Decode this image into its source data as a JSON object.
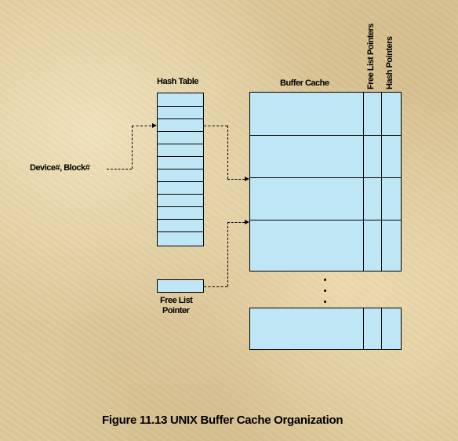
{
  "labels": {
    "hash_table": "Hash Table",
    "buffer_cache": "Buffer Cache",
    "device_block": "Device#, Block#",
    "free_list_pointer_line1": "Free List",
    "free_list_pointer_line2": "Pointer",
    "free_list_pointers": "Free List Pointers",
    "hash_pointers": "Hash Pointers"
  },
  "caption": "Figure 11.13  UNIX Buffer Cache Organization",
  "colors": {
    "cell_fill": "#bfe6f4",
    "line": "#000000",
    "background": "#ddc99a"
  }
}
